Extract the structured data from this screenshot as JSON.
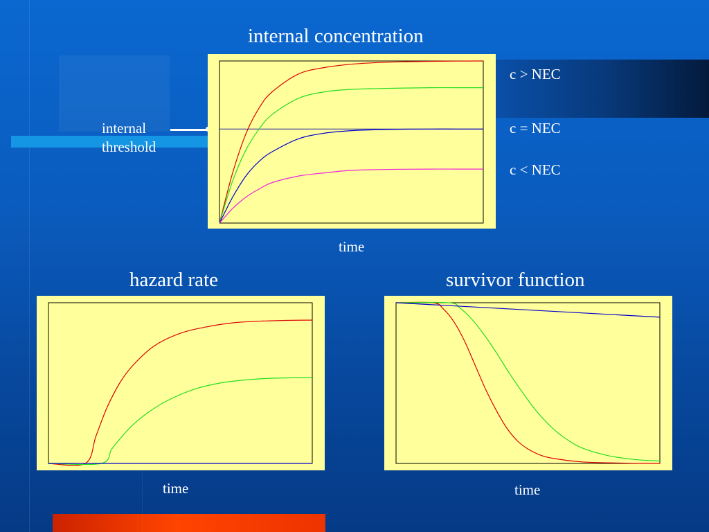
{
  "titles": {
    "top": "internal concentration",
    "hazard": "hazard rate",
    "survivor": "survivor function"
  },
  "threshold_label": [
    "internal",
    "threshold"
  ],
  "legend": [
    "c > NEC",
    "c = NEC",
    "c < NEC"
  ],
  "xlabels": {
    "top": "time",
    "hazard": "time",
    "survivor": "time"
  },
  "colors": {
    "panel": "#ffff9c",
    "c_gt_nec": "#dd0000",
    "c_gt_nec_2": "#22dd22",
    "c_eq_nec": "#0000cc",
    "c_lt_nec": "#ee22dd"
  },
  "chart_data": [
    {
      "type": "line",
      "title": "internal concentration",
      "xlabel": "time",
      "ylabel": "",
      "xlim": [
        0,
        1
      ],
      "ylim": [
        0,
        1
      ],
      "threshold": 0.58,
      "series": [
        {
          "color": "#dd0000",
          "x": [
            0,
            0.05,
            0.1,
            0.15,
            0.2,
            0.3,
            0.4,
            0.5,
            0.6,
            0.7,
            0.8,
            0.9,
            1.0
          ],
          "y": [
            0,
            0.31,
            0.55,
            0.71,
            0.81,
            0.92,
            0.96,
            0.98,
            0.99,
            0.995,
            0.998,
            0.999,
            1.0
          ]
        },
        {
          "name": "c > NEC",
          "color": "#22dd22",
          "x": [
            0,
            0.05,
            0.1,
            0.15,
            0.2,
            0.3,
            0.4,
            0.5,
            0.6,
            0.7,
            0.8,
            0.9,
            1.0
          ],
          "y": [
            0,
            0.26,
            0.45,
            0.58,
            0.67,
            0.77,
            0.81,
            0.825,
            0.83,
            0.833,
            0.835,
            0.835,
            0.835
          ]
        },
        {
          "name": "c = NEC",
          "color": "#0000cc",
          "x": [
            0,
            0.05,
            0.1,
            0.15,
            0.2,
            0.3,
            0.4,
            0.5,
            0.6,
            0.7,
            0.8,
            0.9,
            1.0
          ],
          "y": [
            0,
            0.16,
            0.29,
            0.38,
            0.44,
            0.52,
            0.555,
            0.57,
            0.576,
            0.579,
            0.58,
            0.58,
            0.58
          ]
        },
        {
          "name": "c < NEC",
          "color": "#ee22dd",
          "x": [
            0,
            0.05,
            0.1,
            0.15,
            0.2,
            0.3,
            0.4,
            0.5,
            0.6,
            0.7,
            0.8,
            0.9,
            1.0
          ],
          "y": [
            0,
            0.09,
            0.16,
            0.21,
            0.25,
            0.29,
            0.31,
            0.325,
            0.33,
            0.332,
            0.333,
            0.333,
            0.333
          ]
        }
      ]
    },
    {
      "type": "line",
      "title": "hazard rate",
      "xlabel": "time",
      "ylabel": "",
      "xlim": [
        0,
        1
      ],
      "ylim": [
        0,
        1
      ],
      "series": [
        {
          "color": "#dd0000",
          "x": [
            0,
            0.14,
            0.18,
            0.22,
            0.27,
            0.32,
            0.4,
            0.5,
            0.6,
            0.7,
            0.8,
            0.9,
            1.0
          ],
          "y": [
            0,
            0,
            0.17,
            0.34,
            0.5,
            0.61,
            0.73,
            0.81,
            0.85,
            0.875,
            0.885,
            0.89,
            0.892
          ]
        },
        {
          "color": "#22dd22",
          "x": [
            0,
            0.2,
            0.24,
            0.28,
            0.32,
            0.38,
            0.45,
            0.55,
            0.65,
            0.75,
            0.85,
            1.0
          ],
          "y": [
            0,
            0,
            0.09,
            0.17,
            0.24,
            0.32,
            0.39,
            0.46,
            0.5,
            0.52,
            0.53,
            0.535
          ]
        },
        {
          "color": "#0000cc",
          "x": [
            0,
            1.0
          ],
          "y": [
            0,
            0
          ]
        }
      ]
    },
    {
      "type": "line",
      "title": "survivor function",
      "xlabel": "time",
      "ylabel": "",
      "xlim": [
        0,
        1
      ],
      "ylim": [
        0,
        1
      ],
      "series": [
        {
          "color": "#dd0000",
          "x": [
            0,
            0.14,
            0.18,
            0.22,
            0.26,
            0.3,
            0.34,
            0.38,
            0.42,
            0.46,
            0.5,
            0.55,
            0.6,
            0.7,
            0.8,
            0.9,
            1.0
          ],
          "y": [
            1,
            1,
            0.96,
            0.88,
            0.76,
            0.61,
            0.46,
            0.33,
            0.22,
            0.14,
            0.09,
            0.05,
            0.03,
            0.01,
            0.004,
            0.001,
            0
          ]
        },
        {
          "color": "#22dd22",
          "x": [
            0,
            0.2,
            0.24,
            0.28,
            0.33,
            0.38,
            0.43,
            0.48,
            0.53,
            0.58,
            0.63,
            0.7,
            0.8,
            0.9,
            1.0
          ],
          "y": [
            1,
            1,
            0.97,
            0.91,
            0.81,
            0.69,
            0.56,
            0.44,
            0.33,
            0.24,
            0.17,
            0.1,
            0.05,
            0.025,
            0.015
          ]
        },
        {
          "color": "#0000cc",
          "x": [
            0,
            1.0
          ],
          "y": [
            1,
            0.91
          ]
        }
      ]
    }
  ]
}
